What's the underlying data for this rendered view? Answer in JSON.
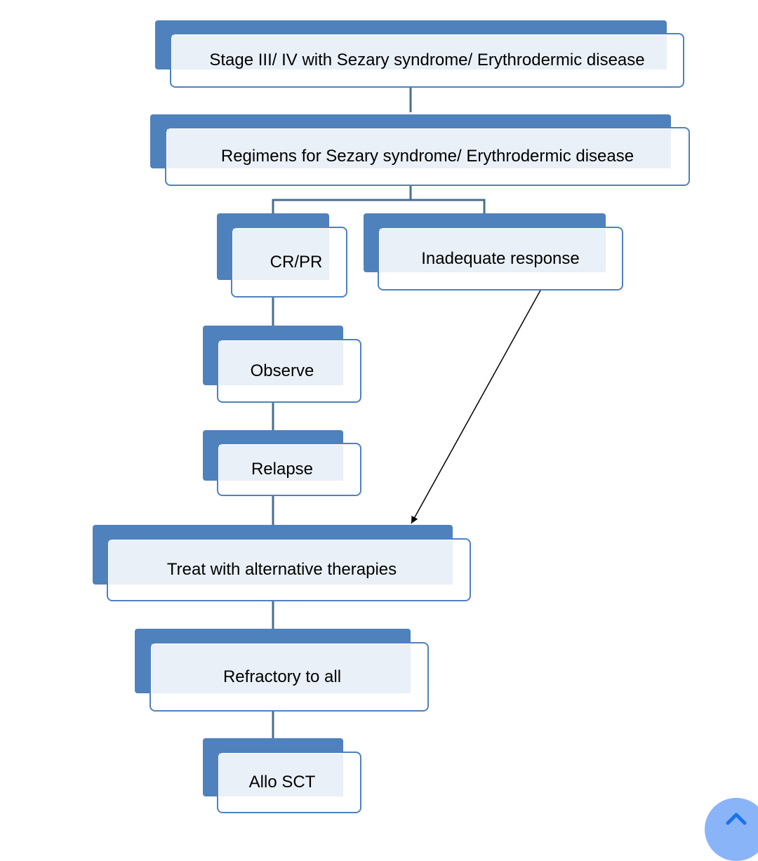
{
  "colors": {
    "accent": "#4f81bd",
    "box_fill": "#eaf0f8",
    "connector": "#4a6f8f",
    "arrow": "#000000",
    "corner_button": "#8ab4f8"
  },
  "nodes": {
    "stage": "Stage III/ IV with Sezary syndrome/ Erythrodermic disease",
    "regimens": "Regimens for Sezary syndrome/ Erythrodermic disease",
    "crpr": "CR/PR",
    "inadequate": "Inadequate response",
    "observe": "Observe",
    "relapse": "Relapse",
    "alternative": "Treat with alternative therapies",
    "refractory": "Refractory to all",
    "allo": "Allo SCT"
  },
  "corner_button": {
    "icon": "chevron-up-icon"
  }
}
